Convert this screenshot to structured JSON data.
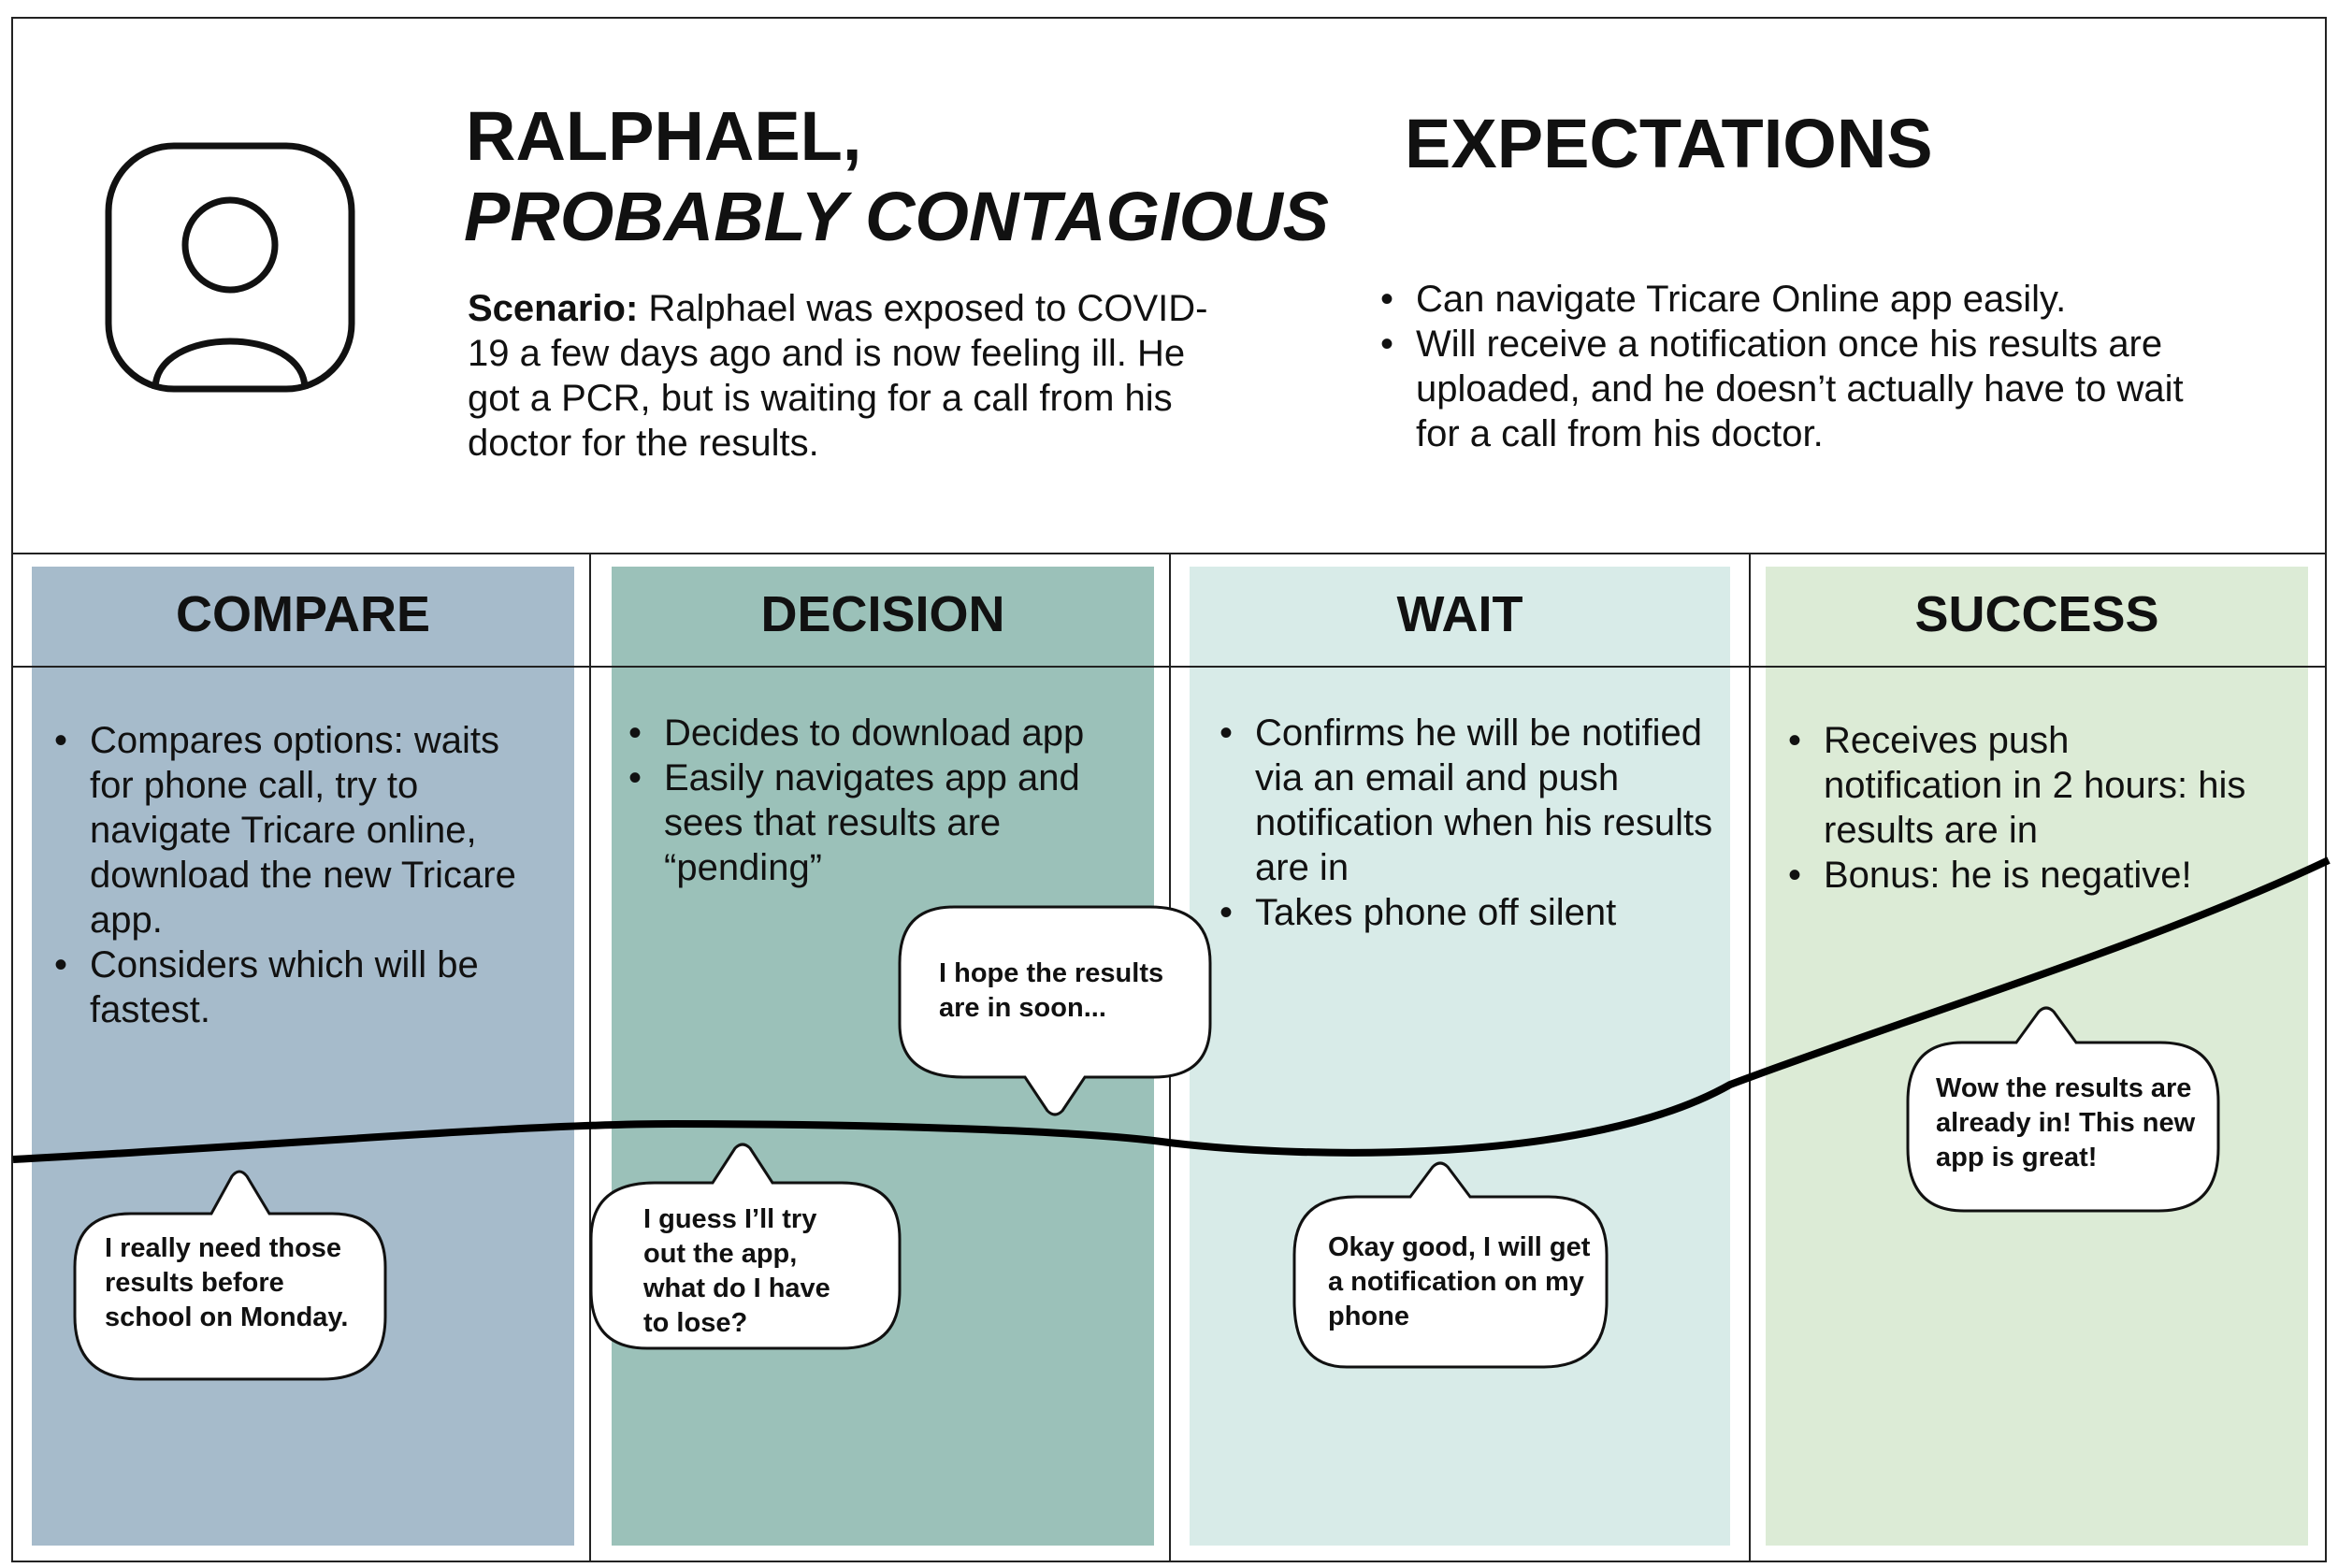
{
  "persona": {
    "name": "RALPHAEL,",
    "subtitle": "PROBABLY CONTAGIOUS",
    "scenario_label": "Scenario:",
    "scenario_text": " Ralphael was exposed to COVID-19 a few days ago and is now feeling ill.  He got a PCR, but is waiting for a call from his doctor for the results.",
    "avatar_icon": "user-avatar-icon"
  },
  "expectations": {
    "title": "EXPECTATIONS",
    "items": [
      "Can navigate Tricare Online app easily.",
      "Will receive a notification once his results are uploaded, and he doesn’t actually have to wait for a call from his doctor."
    ]
  },
  "stages": [
    {
      "title": "COMPARE",
      "color": "#a6bbcb",
      "items": [
        "Compares options: waits for phone call, try to navigate Tricare online, download the new Tricare app.",
        "Considers which will be fastest."
      ],
      "thought": "I really need those results before school on Monday."
    },
    {
      "title": "DECISION",
      "color": "#9bc1b9",
      "items": [
        "Decides to download app",
        "Easily navigates app and sees that results are “pending”"
      ],
      "thought": "I guess I’ll try out the app, what do I have to lose?",
      "thought_2": "I hope the results are in soon..."
    },
    {
      "title": "WAIT",
      "color": "#d8ebe8",
      "items": [
        "Confirms he will be notified via an email and push notification when his results are in",
        "Takes phone off silent"
      ],
      "thought": "Okay good, I will get a notification on my phone"
    },
    {
      "title": "SUCCESS",
      "color": "#dcebd6",
      "items": [
        "Receives push notification in 2 hours: his results are in",
        "Bonus: he is negative!"
      ],
      "thought": "Wow the results are already in!  This new app is great!"
    }
  ],
  "bullet": "•"
}
